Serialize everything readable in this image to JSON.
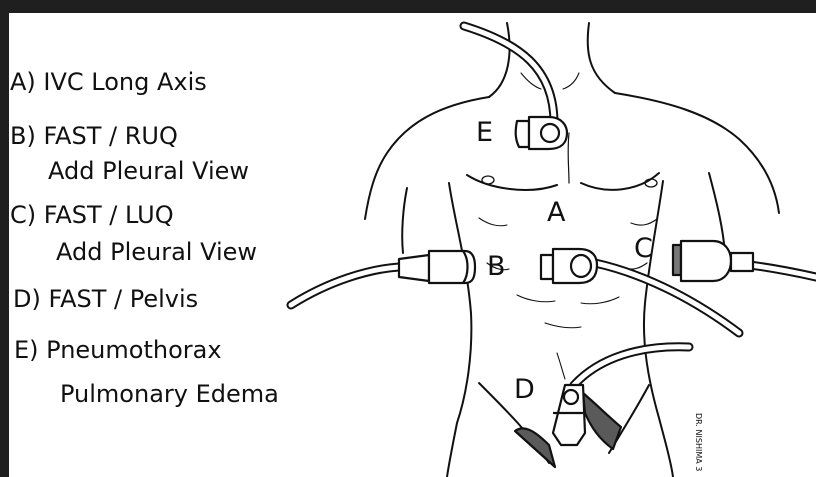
{
  "legend": {
    "a": "A) IVC Long Axis",
    "b1": "B) FAST / RUQ",
    "b2": "Add Pleural View",
    "c1": "C) FAST / LUQ",
    "c2": "Add Pleural View",
    "d": "D) FAST / Pelvis",
    "e1": "E) Pneumothorax",
    "e2": "Pulmonary Edema"
  },
  "probe_labels": {
    "a": "A",
    "b": "B",
    "c": "C",
    "d": "D",
    "e": "E"
  },
  "signature": "DR. NISHIMA 3",
  "colors": {
    "background_frame": "#1f1f1f",
    "paper": "#ffffff",
    "ink": "#111111",
    "shade": "#5a5a5a"
  }
}
